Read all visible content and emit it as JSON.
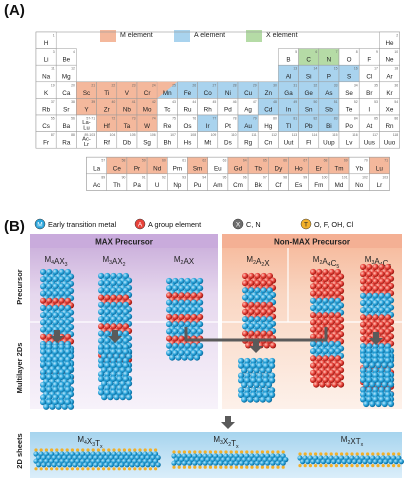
{
  "panel_a": {
    "label": "(A)",
    "legend": [
      {
        "key": "M",
        "text": "M element",
        "color": "#f4b89c"
      },
      {
        "key": "A",
        "text": "A element",
        "color": "#a9d3ee"
      },
      {
        "key": "X",
        "text": "X element",
        "color": "#b5dba6"
      }
    ],
    "elements": [
      {
        "sym": "H",
        "num": "1",
        "row": 1,
        "col": 1,
        "cat": ""
      },
      {
        "sym": "He",
        "num": "2",
        "row": 1,
        "col": 18,
        "cat": ""
      },
      {
        "sym": "Li",
        "num": "3",
        "row": 2,
        "col": 1,
        "cat": ""
      },
      {
        "sym": "Be",
        "num": "4",
        "row": 2,
        "col": 2,
        "cat": ""
      },
      {
        "sym": "B",
        "num": "5",
        "row": 2,
        "col": 13,
        "cat": ""
      },
      {
        "sym": "C",
        "num": "6",
        "row": 2,
        "col": 14,
        "cat": "X"
      },
      {
        "sym": "N",
        "num": "7",
        "row": 2,
        "col": 15,
        "cat": "X"
      },
      {
        "sym": "O",
        "num": "8",
        "row": 2,
        "col": 16,
        "cat": ""
      },
      {
        "sym": "F",
        "num": "9",
        "row": 2,
        "col": 17,
        "cat": ""
      },
      {
        "sym": "Ne",
        "num": "10",
        "row": 2,
        "col": 18,
        "cat": ""
      },
      {
        "sym": "Na",
        "num": "11",
        "row": 3,
        "col": 1,
        "cat": ""
      },
      {
        "sym": "Mg",
        "num": "12",
        "row": 3,
        "col": 2,
        "cat": ""
      },
      {
        "sym": "Al",
        "num": "13",
        "row": 3,
        "col": 13,
        "cat": "A"
      },
      {
        "sym": "Si",
        "num": "14",
        "row": 3,
        "col": 14,
        "cat": "A"
      },
      {
        "sym": "P",
        "num": "15",
        "row": 3,
        "col": 15,
        "cat": "A"
      },
      {
        "sym": "S",
        "num": "16",
        "row": 3,
        "col": 16,
        "cat": "A"
      },
      {
        "sym": "Cl",
        "num": "17",
        "row": 3,
        "col": 17,
        "cat": ""
      },
      {
        "sym": "Ar",
        "num": "18",
        "row": 3,
        "col": 18,
        "cat": ""
      },
      {
        "sym": "K",
        "num": "19",
        "row": 4,
        "col": 1,
        "cat": ""
      },
      {
        "sym": "Ca",
        "num": "20",
        "row": 4,
        "col": 2,
        "cat": ""
      },
      {
        "sym": "Sc",
        "num": "21",
        "row": 4,
        "col": 3,
        "cat": "M"
      },
      {
        "sym": "Ti",
        "num": "22",
        "row": 4,
        "col": 4,
        "cat": "M"
      },
      {
        "sym": "V",
        "num": "23",
        "row": 4,
        "col": 5,
        "cat": "M"
      },
      {
        "sym": "Cr",
        "num": "24",
        "row": 4,
        "col": 6,
        "cat": "M"
      },
      {
        "sym": "Mn",
        "num": "25",
        "row": 4,
        "col": 7,
        "cat": "MA"
      },
      {
        "sym": "Fe",
        "num": "26",
        "row": 4,
        "col": 8,
        "cat": "A"
      },
      {
        "sym": "Co",
        "num": "27",
        "row": 4,
        "col": 9,
        "cat": "A"
      },
      {
        "sym": "Ni",
        "num": "28",
        "row": 4,
        "col": 10,
        "cat": "A"
      },
      {
        "sym": "Cu",
        "num": "29",
        "row": 4,
        "col": 11,
        "cat": "A"
      },
      {
        "sym": "Zn",
        "num": "30",
        "row": 4,
        "col": 12,
        "cat": "A"
      },
      {
        "sym": "Ga",
        "num": "31",
        "row": 4,
        "col": 13,
        "cat": "A"
      },
      {
        "sym": "Ge",
        "num": "32",
        "row": 4,
        "col": 14,
        "cat": "A"
      },
      {
        "sym": "As",
        "num": "33",
        "row": 4,
        "col": 15,
        "cat": "A"
      },
      {
        "sym": "Se",
        "num": "34",
        "row": 4,
        "col": 16,
        "cat": ""
      },
      {
        "sym": "Br",
        "num": "35",
        "row": 4,
        "col": 17,
        "cat": ""
      },
      {
        "sym": "Kr",
        "num": "36",
        "row": 4,
        "col": 18,
        "cat": ""
      },
      {
        "sym": "Rb",
        "num": "37",
        "row": 5,
        "col": 1,
        "cat": ""
      },
      {
        "sym": "Sr",
        "num": "38",
        "row": 5,
        "col": 2,
        "cat": ""
      },
      {
        "sym": "Y",
        "num": "39",
        "row": 5,
        "col": 3,
        "cat": "M"
      },
      {
        "sym": "Zr",
        "num": "40",
        "row": 5,
        "col": 4,
        "cat": "M"
      },
      {
        "sym": "Nb",
        "num": "41",
        "row": 5,
        "col": 5,
        "cat": "M"
      },
      {
        "sym": "Mo",
        "num": "42",
        "row": 5,
        "col": 6,
        "cat": "M"
      },
      {
        "sym": "Tc",
        "num": "43",
        "row": 5,
        "col": 7,
        "cat": ""
      },
      {
        "sym": "Ru",
        "num": "44",
        "row": 5,
        "col": 8,
        "cat": ""
      },
      {
        "sym": "Rh",
        "num": "45",
        "row": 5,
        "col": 9,
        "cat": ""
      },
      {
        "sym": "Pd",
        "num": "46",
        "row": 5,
        "col": 10,
        "cat": ""
      },
      {
        "sym": "Ag",
        "num": "47",
        "row": 5,
        "col": 11,
        "cat": ""
      },
      {
        "sym": "Cd",
        "num": "48",
        "row": 5,
        "col": 12,
        "cat": "A"
      },
      {
        "sym": "In",
        "num": "49",
        "row": 5,
        "col": 13,
        "cat": "A"
      },
      {
        "sym": "Sn",
        "num": "50",
        "row": 5,
        "col": 14,
        "cat": "A"
      },
      {
        "sym": "Sb",
        "num": "51",
        "row": 5,
        "col": 15,
        "cat": "A"
      },
      {
        "sym": "Te",
        "num": "52",
        "row": 5,
        "col": 16,
        "cat": ""
      },
      {
        "sym": "I",
        "num": "53",
        "row": 5,
        "col": 17,
        "cat": ""
      },
      {
        "sym": "Xe",
        "num": "54",
        "row": 5,
        "col": 18,
        "cat": ""
      },
      {
        "sym": "Cs",
        "num": "55",
        "row": 6,
        "col": 1,
        "cat": ""
      },
      {
        "sym": "Ba",
        "num": "56",
        "row": 6,
        "col": 2,
        "cat": ""
      },
      {
        "sym": "La-\nLu",
        "num": "57-71",
        "row": 6,
        "col": 3,
        "cat": ""
      },
      {
        "sym": "Hf",
        "num": "72",
        "row": 6,
        "col": 4,
        "cat": "M"
      },
      {
        "sym": "Ta",
        "num": "73",
        "row": 6,
        "col": 5,
        "cat": "M"
      },
      {
        "sym": "W",
        "num": "74",
        "row": 6,
        "col": 6,
        "cat": "M"
      },
      {
        "sym": "Re",
        "num": "75",
        "row": 6,
        "col": 7,
        "cat": ""
      },
      {
        "sym": "Os",
        "num": "76",
        "row": 6,
        "col": 8,
        "cat": ""
      },
      {
        "sym": "Ir",
        "num": "77",
        "row": 6,
        "col": 9,
        "cat": "A"
      },
      {
        "sym": "Pt",
        "num": "78",
        "row": 6,
        "col": 10,
        "cat": ""
      },
      {
        "sym": "Au",
        "num": "79",
        "row": 6,
        "col": 11,
        "cat": "A"
      },
      {
        "sym": "Hg",
        "num": "80",
        "row": 6,
        "col": 12,
        "cat": ""
      },
      {
        "sym": "Tl",
        "num": "81",
        "row": 6,
        "col": 13,
        "cat": "A"
      },
      {
        "sym": "Pb",
        "num": "82",
        "row": 6,
        "col": 14,
        "cat": "A"
      },
      {
        "sym": "Bi",
        "num": "83",
        "row": 6,
        "col": 15,
        "cat": "A"
      },
      {
        "sym": "Po",
        "num": "84",
        "row": 6,
        "col": 16,
        "cat": ""
      },
      {
        "sym": "At",
        "num": "85",
        "row": 6,
        "col": 17,
        "cat": ""
      },
      {
        "sym": "Rn",
        "num": "86",
        "row": 6,
        "col": 18,
        "cat": ""
      },
      {
        "sym": "Fr",
        "num": "87",
        "row": 7,
        "col": 1,
        "cat": ""
      },
      {
        "sym": "Ra",
        "num": "88",
        "row": 7,
        "col": 2,
        "cat": ""
      },
      {
        "sym": "Ac-\nLr",
        "num": "89-103",
        "row": 7,
        "col": 3,
        "cat": ""
      },
      {
        "sym": "Rf",
        "num": "104",
        "row": 7,
        "col": 4,
        "cat": ""
      },
      {
        "sym": "Db",
        "num": "105",
        "row": 7,
        "col": 5,
        "cat": ""
      },
      {
        "sym": "Sg",
        "num": "106",
        "row": 7,
        "col": 6,
        "cat": ""
      },
      {
        "sym": "Bh",
        "num": "107",
        "row": 7,
        "col": 7,
        "cat": ""
      },
      {
        "sym": "Hs",
        "num": "108",
        "row": 7,
        "col": 8,
        "cat": ""
      },
      {
        "sym": "Mt",
        "num": "109",
        "row": 7,
        "col": 9,
        "cat": ""
      },
      {
        "sym": "Ds",
        "num": "110",
        "row": 7,
        "col": 10,
        "cat": ""
      },
      {
        "sym": "Rg",
        "num": "111",
        "row": 7,
        "col": 11,
        "cat": ""
      },
      {
        "sym": "Cn",
        "num": "112",
        "row": 7,
        "col": 12,
        "cat": ""
      },
      {
        "sym": "Uut",
        "num": "113",
        "row": 7,
        "col": 13,
        "cat": ""
      },
      {
        "sym": "Fl",
        "num": "114",
        "row": 7,
        "col": 14,
        "cat": ""
      },
      {
        "sym": "Uup",
        "num": "115",
        "row": 7,
        "col": 15,
        "cat": ""
      },
      {
        "sym": "Lv",
        "num": "116",
        "row": 7,
        "col": 16,
        "cat": ""
      },
      {
        "sym": "Uus",
        "num": "117",
        "row": 7,
        "col": 17,
        "cat": ""
      },
      {
        "sym": "Uuo",
        "num": "118",
        "row": 7,
        "col": 18,
        "cat": ""
      }
    ],
    "lanthanides": [
      {
        "sym": "La",
        "num": "57",
        "cat": ""
      },
      {
        "sym": "Ce",
        "num": "58",
        "cat": "M"
      },
      {
        "sym": "Pr",
        "num": "59",
        "cat": "M"
      },
      {
        "sym": "Nd",
        "num": "60",
        "cat": "M"
      },
      {
        "sym": "Pm",
        "num": "61",
        "cat": ""
      },
      {
        "sym": "Sm",
        "num": "62",
        "cat": "M"
      },
      {
        "sym": "Eu",
        "num": "63",
        "cat": ""
      },
      {
        "sym": "Gd",
        "num": "64",
        "cat": "M"
      },
      {
        "sym": "Tb",
        "num": "65",
        "cat": "M"
      },
      {
        "sym": "Dy",
        "num": "66",
        "cat": "M"
      },
      {
        "sym": "Ho",
        "num": "67",
        "cat": "M"
      },
      {
        "sym": "Er",
        "num": "68",
        "cat": "M"
      },
      {
        "sym": "Tm",
        "num": "69",
        "cat": "M"
      },
      {
        "sym": "Yb",
        "num": "70",
        "cat": ""
      },
      {
        "sym": "Lu",
        "num": "71",
        "cat": "M"
      }
    ],
    "actinides": [
      {
        "sym": "Ac",
        "num": "89",
        "cat": ""
      },
      {
        "sym": "Th",
        "num": "90",
        "cat": ""
      },
      {
        "sym": "Pa",
        "num": "91",
        "cat": ""
      },
      {
        "sym": "U",
        "num": "92",
        "cat": ""
      },
      {
        "sym": "Np",
        "num": "93",
        "cat": ""
      },
      {
        "sym": "Pu",
        "num": "94",
        "cat": ""
      },
      {
        "sym": "Am",
        "num": "95",
        "cat": ""
      },
      {
        "sym": "Cm",
        "num": "96",
        "cat": ""
      },
      {
        "sym": "Bk",
        "num": "97",
        "cat": ""
      },
      {
        "sym": "Cf",
        "num": "98",
        "cat": ""
      },
      {
        "sym": "Es",
        "num": "99",
        "cat": ""
      },
      {
        "sym": "Fm",
        "num": "100",
        "cat": ""
      },
      {
        "sym": "Md",
        "num": "101",
        "cat": ""
      },
      {
        "sym": "No",
        "num": "102",
        "cat": ""
      },
      {
        "sym": "Lr",
        "num": "103",
        "cat": ""
      }
    ]
  },
  "panel_b": {
    "label": "(B)",
    "legend": [
      {
        "badge": "M",
        "text": "Early transition metal",
        "color": "#2aa5dc"
      },
      {
        "badge": "A",
        "text": "A group element",
        "color": "#e8423a"
      },
      {
        "badge": "X",
        "text": "C, N",
        "color": "#6e6e6e"
      },
      {
        "badge": "T",
        "text": "O, F, OH, Cl",
        "color": "#f2b02a"
      }
    ],
    "max_header": "MAX Precursor",
    "nonmax_header": "Non-MAX Precursor",
    "row_labels": {
      "precursor": "Precursor",
      "multilayer": "Multilayer 2Ds",
      "sheets": "2D sheets"
    },
    "max_formulas": [
      {
        "base": "M",
        "sub1": "4",
        "mid": "AX",
        "sub2": "3"
      },
      {
        "base": "M",
        "sub1": "3",
        "mid": "AX",
        "sub2": "2"
      },
      {
        "base": "M",
        "sub1": "2",
        "mid": "AX",
        "sub2": ""
      }
    ],
    "nonmax_formulas": [
      {
        "base": "M",
        "sub1": "2",
        "mid": "A",
        "sub2": "2",
        "tail": "X"
      },
      {
        "base": "M",
        "sub1": "2",
        "mid": "A",
        "sub2": "4",
        "tail": "C",
        "sub3": "5"
      },
      {
        "base": "M",
        "sub1": "3",
        "mid": "A",
        "sub2": "4",
        "tail": "C",
        "sub3": "6"
      }
    ],
    "sheet_formulas": [
      {
        "base": "M",
        "sub1": "4",
        "mid": "X",
        "sub2": "3",
        "tail": "T",
        "sub3": "x"
      },
      {
        "base": "M",
        "sub1": "3",
        "mid": "X",
        "sub2": "2",
        "tail": "T",
        "sub3": "x"
      },
      {
        "base": "M",
        "sub1": "2",
        "mid": "X",
        "sub2": "",
        "tail": "T",
        "sub3": "x"
      }
    ]
  }
}
